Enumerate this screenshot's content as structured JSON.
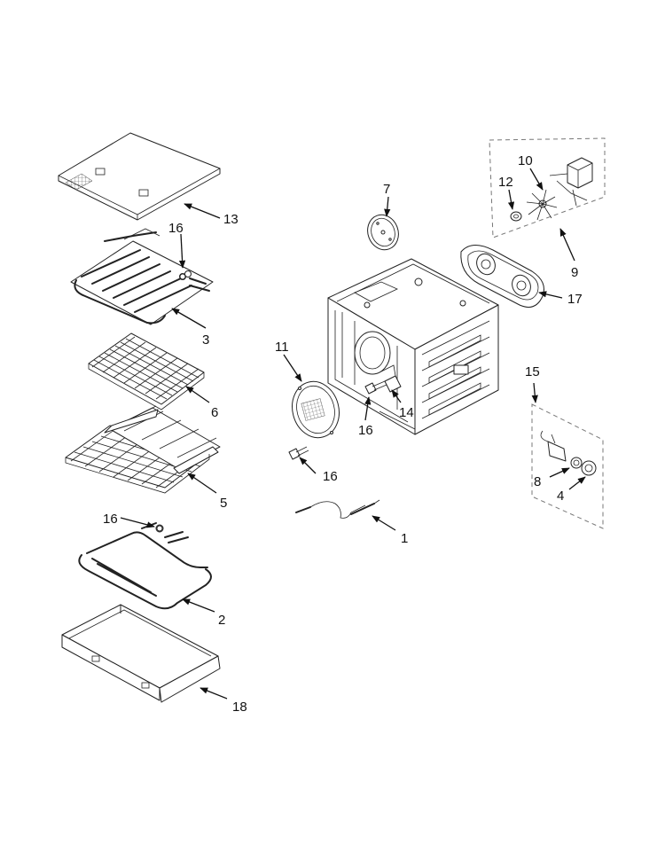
{
  "callouts": {
    "c1": "1",
    "c2": "2",
    "c3": "3",
    "c4": "4",
    "c5": "5",
    "c6": "6",
    "c7": "7",
    "c8": "8",
    "c9": "9",
    "c10": "10",
    "c11": "11",
    "c12": "12",
    "c13": "13",
    "c14": "14",
    "c15": "15",
    "c16a": "16",
    "c16b": "16",
    "c16c": "16",
    "c16d": "16",
    "c17": "17",
    "c18": "18"
  }
}
